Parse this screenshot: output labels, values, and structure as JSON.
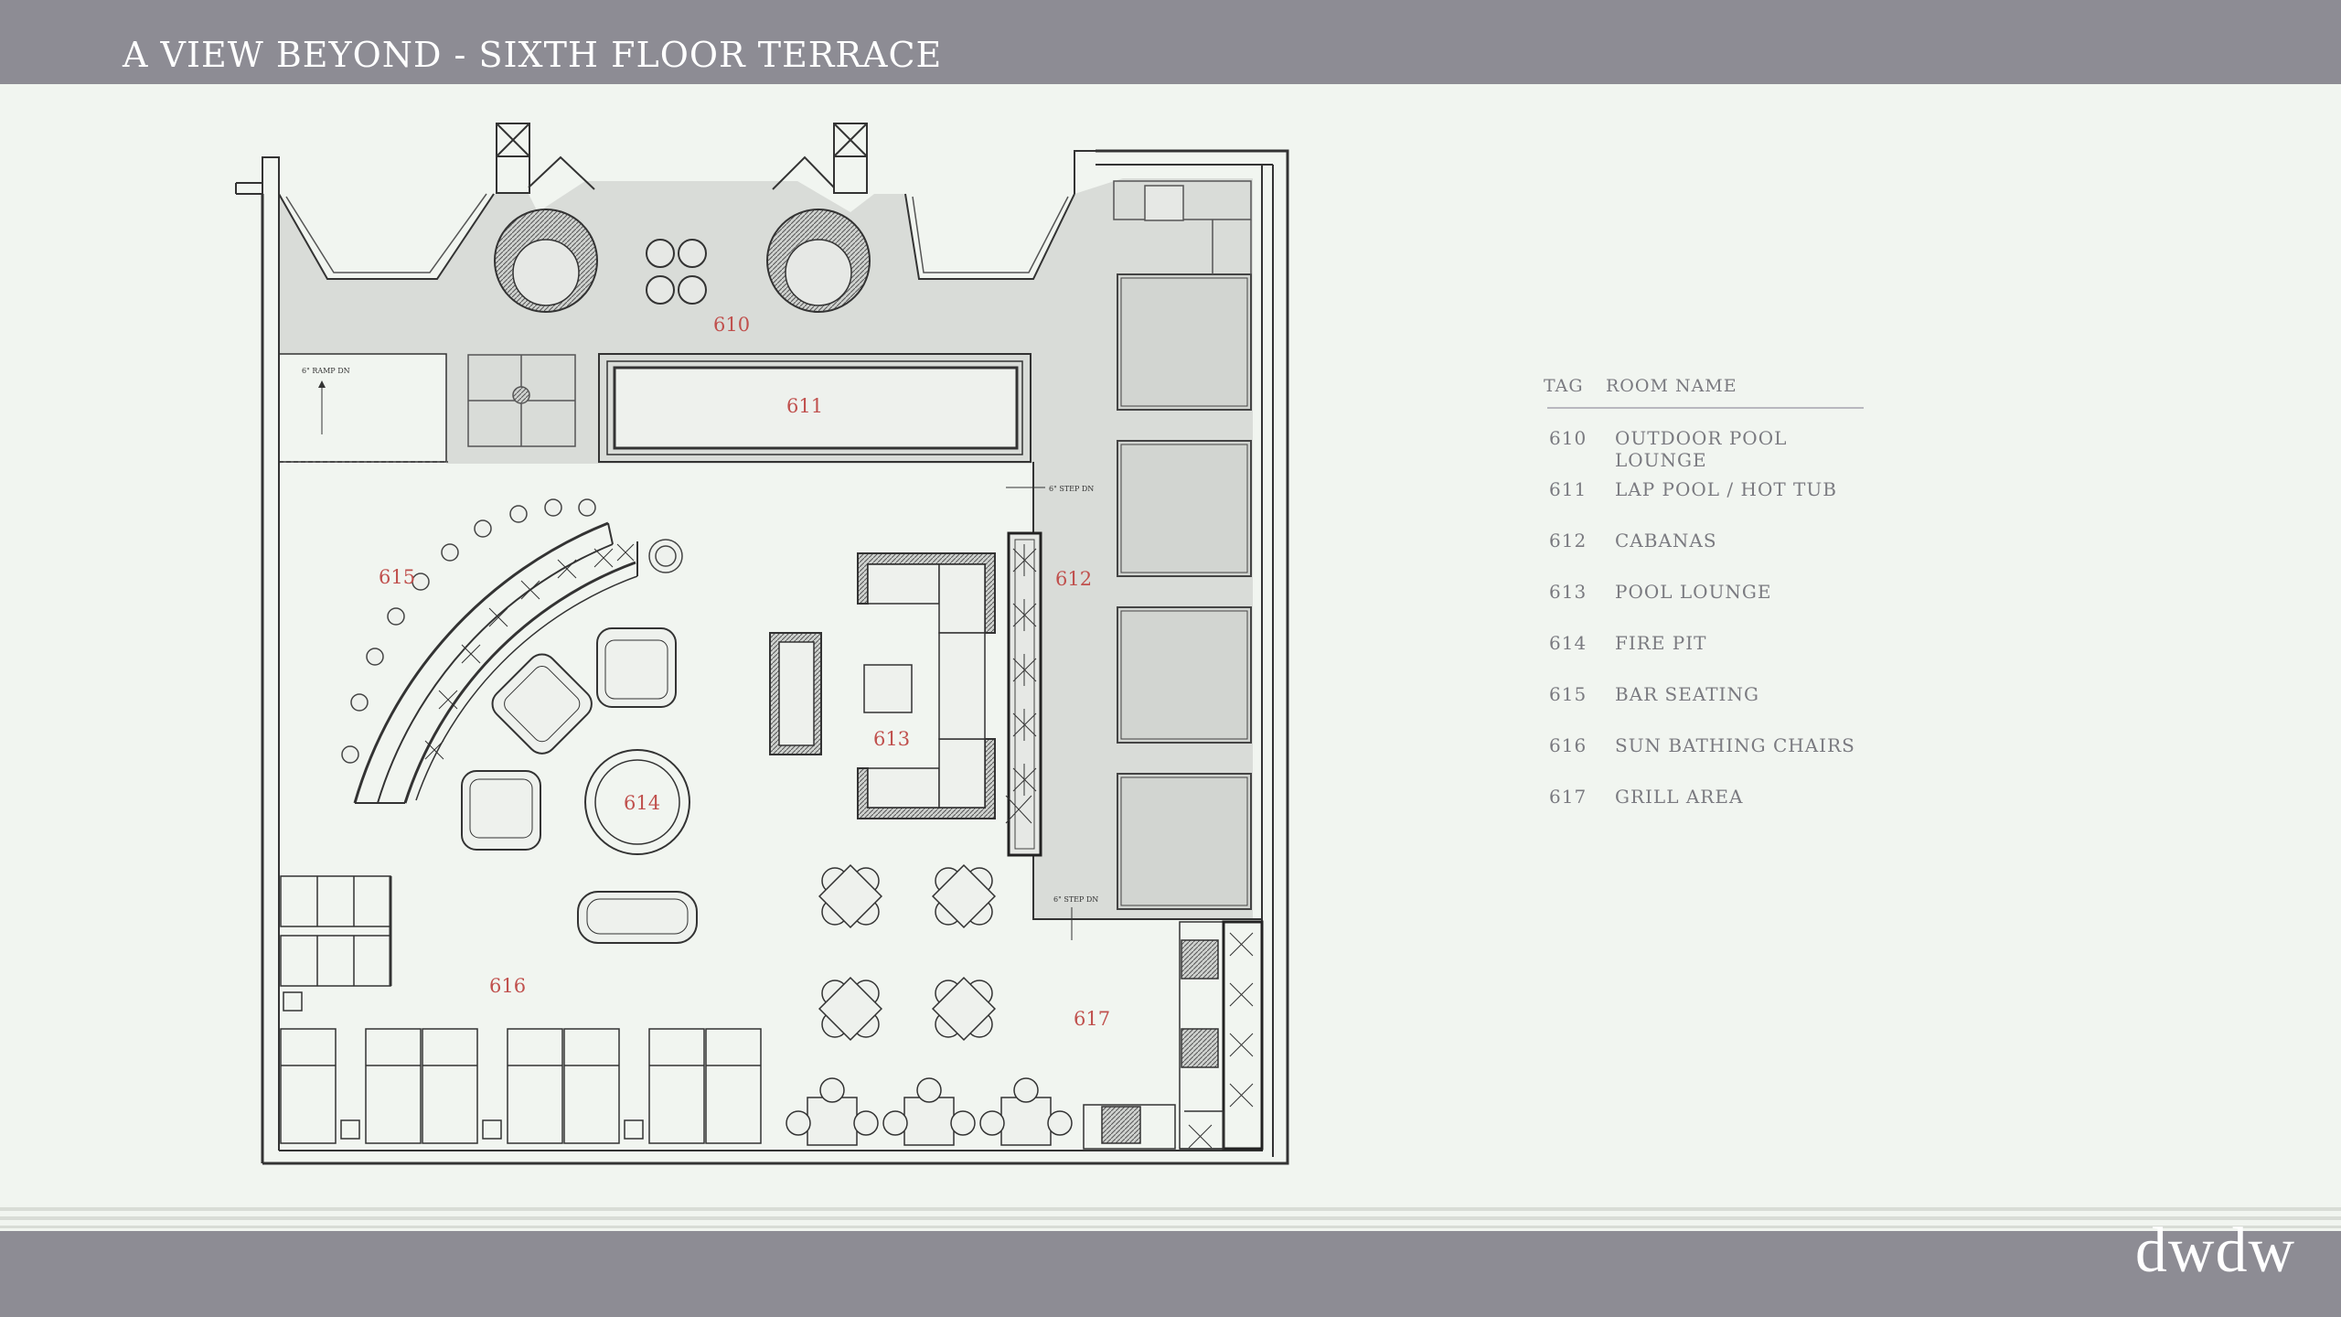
{
  "header": {
    "title": "A VIEW BEYOND  - SIXTH FLOOR TERRACE"
  },
  "logo": {
    "text": "dwdw"
  },
  "plan": {
    "rooms": [
      {
        "tag": "610"
      },
      {
        "tag": "611"
      },
      {
        "tag": "612"
      },
      {
        "tag": "613"
      },
      {
        "tag": "614"
      },
      {
        "tag": "615"
      },
      {
        "tag": "616"
      },
      {
        "tag": "617"
      }
    ],
    "notes": {
      "ramp": "6\" RAMP DN",
      "step_upper": "6\" STEP DN",
      "step_lower": "6\" STEP DN"
    }
  },
  "legend": {
    "header_tag": "TAG",
    "header_name": "ROOM NAME",
    "rows": [
      {
        "tag": "610",
        "name": "OUTDOOR POOL LOUNGE"
      },
      {
        "tag": "611",
        "name": "LAP POOL / HOT TUB"
      },
      {
        "tag": "612",
        "name": "CABANAS"
      },
      {
        "tag": "613",
        "name": "POOL LOUNGE"
      },
      {
        "tag": "614",
        "name": "FIRE PIT"
      },
      {
        "tag": "615",
        "name": "BAR SEATING"
      },
      {
        "tag": "616",
        "name": "SUN BATHING CHAIRS"
      },
      {
        "tag": "617",
        "name": "GRILL AREA"
      }
    ]
  },
  "colors": {
    "bar": "#8d8c94",
    "page": "#f1f5f0",
    "room_label": "#c0504d",
    "line": "#333333",
    "zone_fill": "#d9dcd8"
  }
}
